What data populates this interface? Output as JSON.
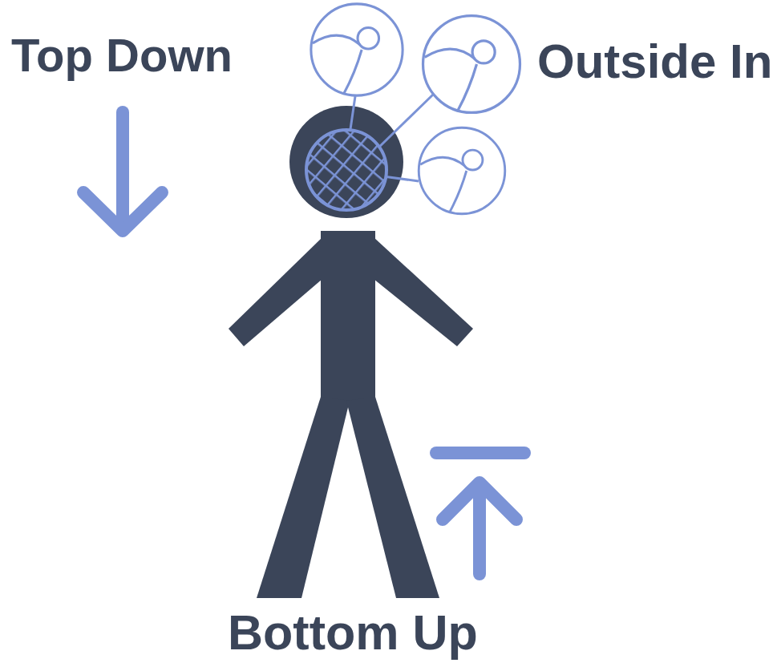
{
  "diagram": {
    "labels": [
      "Top Down",
      "Outside In",
      "Bottom Up"
    ]
  }
}
